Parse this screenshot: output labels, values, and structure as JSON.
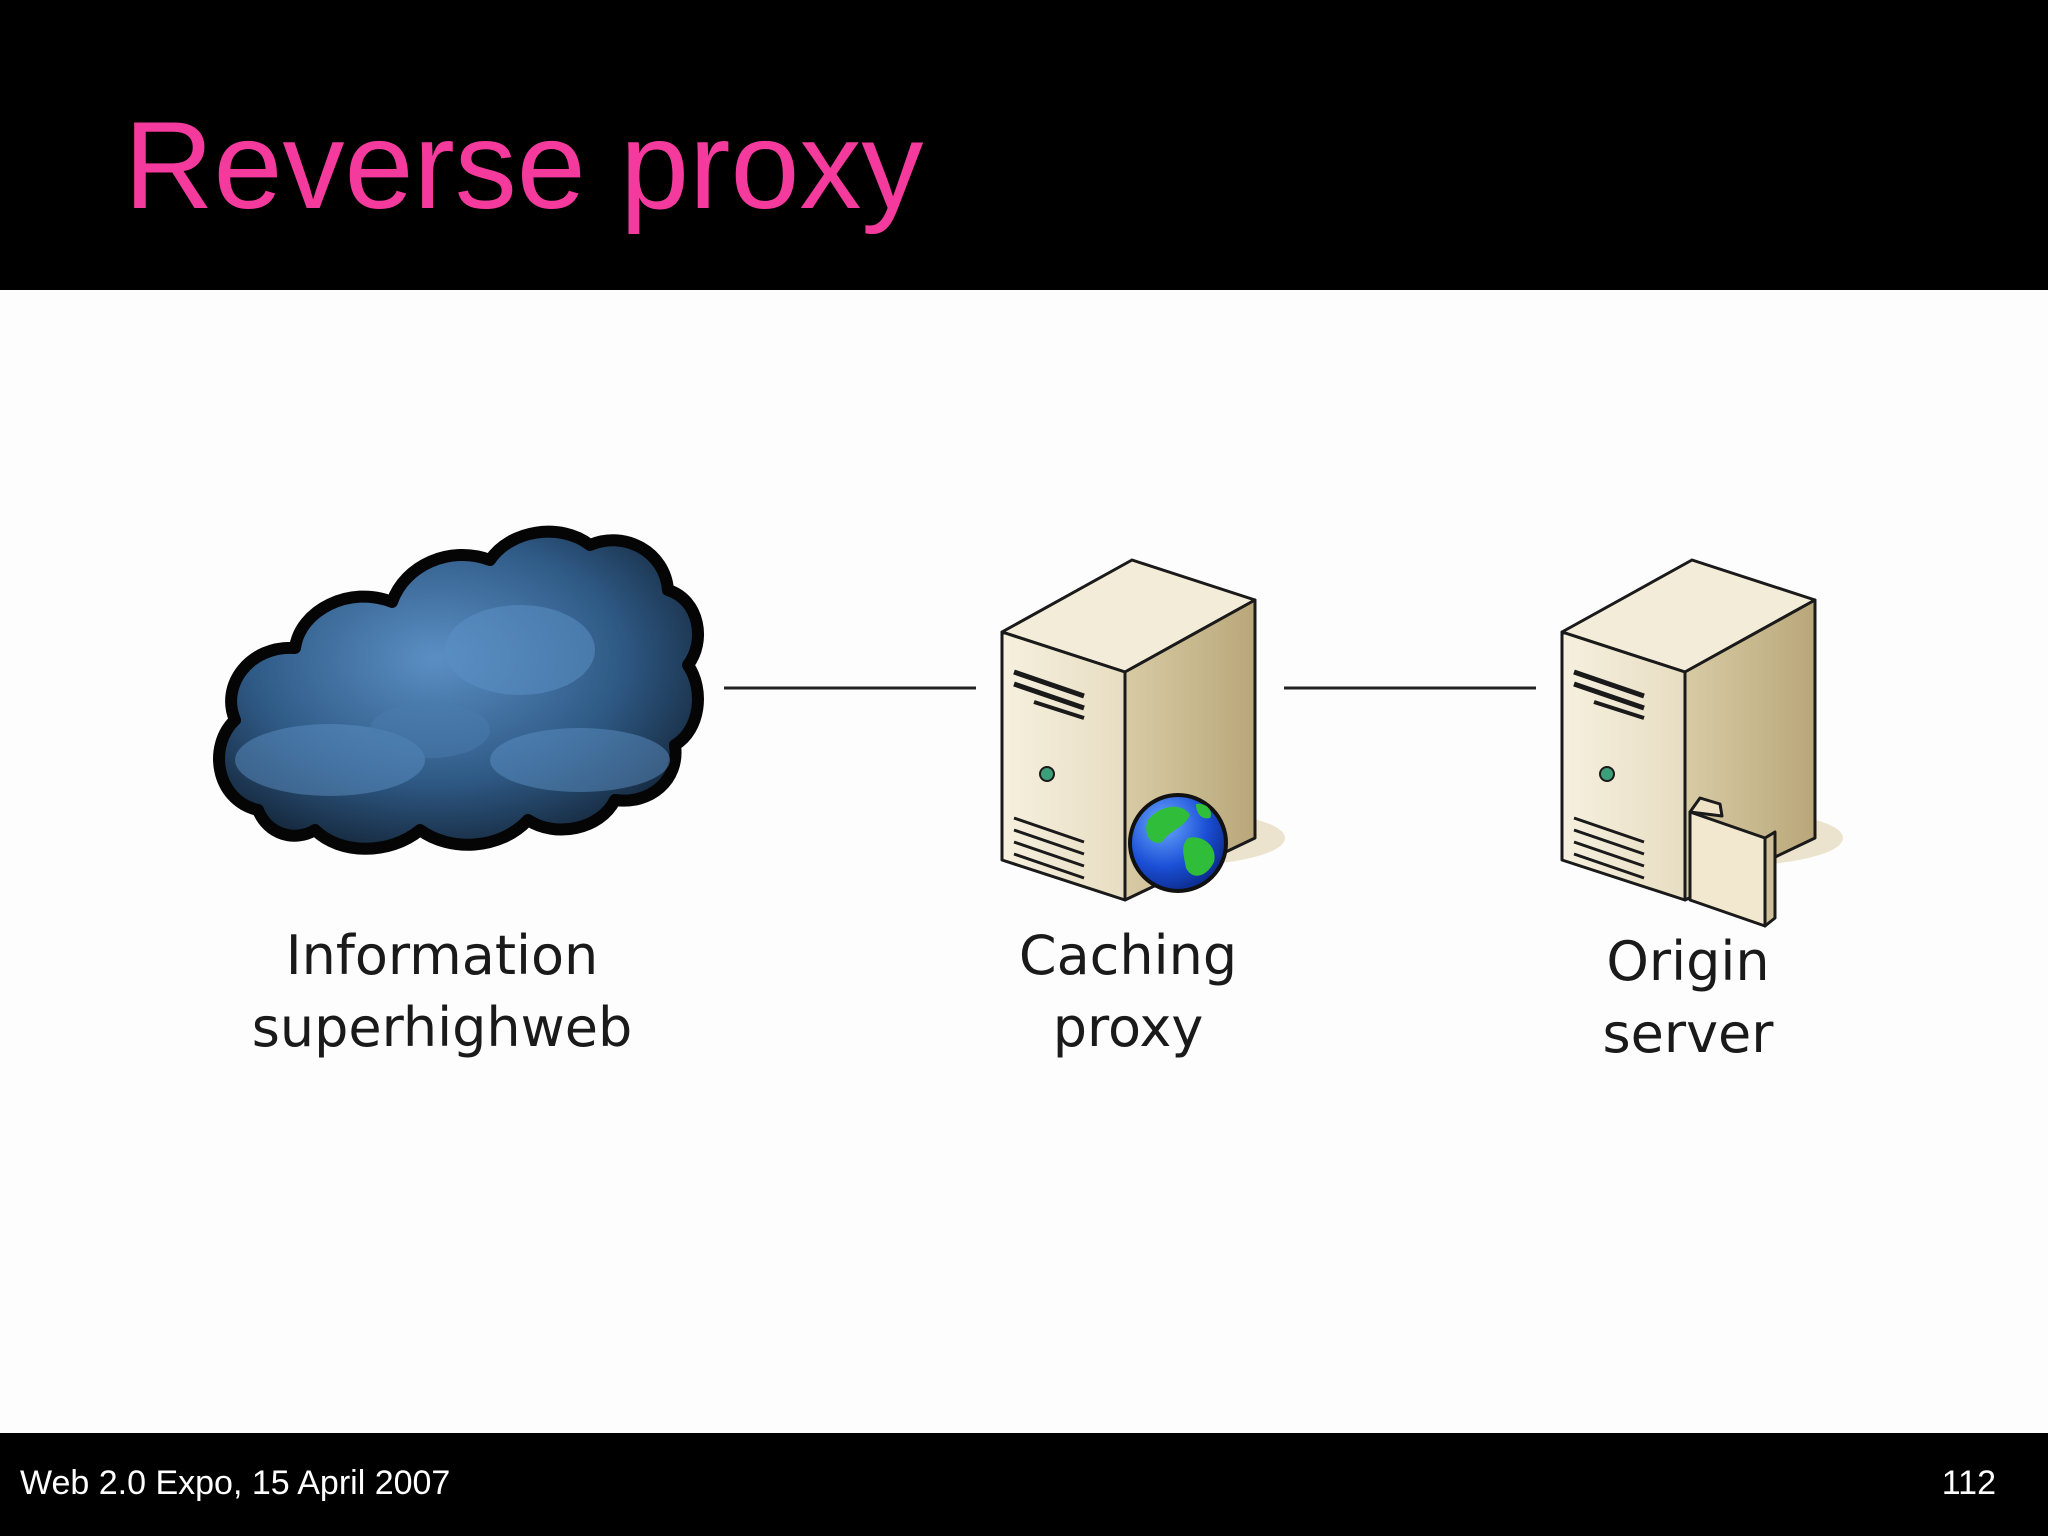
{
  "slide": {
    "title": "Reverse proxy",
    "footer": "Web 2.0 Expo, 15 April 2007",
    "page_number": "112"
  },
  "colors": {
    "title": "#f43a9c",
    "bars": "#000000",
    "cloud": "#3e6f9f",
    "server": "#ebe2c8",
    "connector": "#222222"
  },
  "diagram": {
    "nodes": [
      {
        "id": "cloud",
        "icon": "cloud-icon",
        "label_line1": "Information",
        "label_line2": "superhighweb"
      },
      {
        "id": "caching-proxy",
        "icon": "server-globe-icon",
        "label_line1": "Caching",
        "label_line2": "proxy"
      },
      {
        "id": "origin-server",
        "icon": "server-folder-icon",
        "label_line1": "Origin",
        "label_line2": "server"
      }
    ],
    "edges": [
      {
        "from": "cloud",
        "to": "caching-proxy"
      },
      {
        "from": "caching-proxy",
        "to": "origin-server"
      }
    ]
  }
}
